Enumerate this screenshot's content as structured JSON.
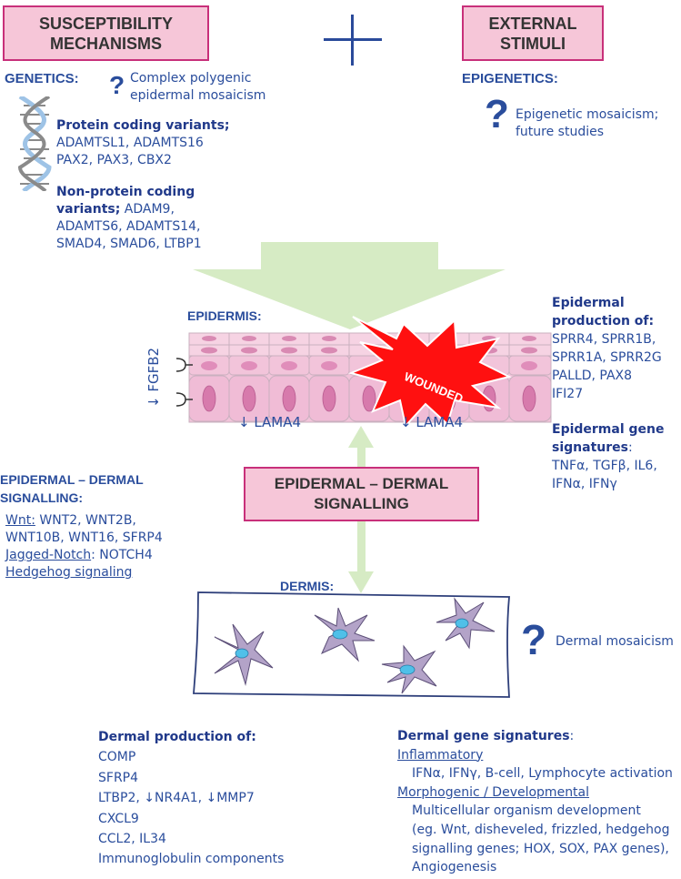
{
  "boxes": {
    "susceptibility": [
      "SUSCEPTIBILITY",
      "MECHANISMS"
    ],
    "external": [
      "EXTERNAL",
      "STIMULI"
    ],
    "signalling": [
      "EPIDERMAL – DERMAL",
      "SIGNALLING"
    ]
  },
  "plus_sign": "+",
  "genetics": {
    "heading": "GENETICS:",
    "question": "?",
    "mosaic": [
      "Complex polygenic",
      "epidermal mosaicism"
    ],
    "protein_heading": "Protein coding variants;",
    "protein_genes": [
      "ADAMTSL1, ADAMTS16",
      "PAX2, PAX3, CBX2"
    ],
    "nonprotein_heading_1": "Non-protein coding",
    "nonprotein_heading_2": "variants;",
    "nonprotein_first": " ADAM9,",
    "nonprotein_genes": [
      "ADAMTS6, ADAMTS14,",
      "SMAD4, SMAD6, LTBP1"
    ]
  },
  "epigenetics": {
    "heading": "EPIGENETICS:",
    "question": "?",
    "text": [
      "Epigenetic mosaicism;",
      "future studies"
    ]
  },
  "epidermis": {
    "label": "EPIDERMIS:",
    "fgfb2": "↓ FGFB2",
    "lama4_left": "↓ LAMA4",
    "lama4_right": "↓ LAMA4",
    "wounded": "WOUNDED"
  },
  "epidermal_production": {
    "heading": [
      "Epidermal",
      "production of:"
    ],
    "items": [
      "SPRR4, SPRR1B,",
      "SPRR1A, SPRR2G",
      "PALLD, PAX8",
      "IFI27"
    ],
    "sig_heading_1": "Epidermal gene",
    "sig_heading_2": "signatures",
    "sig_colon": ":",
    "sig_items": [
      "TNFα, TGFβ, IL6,",
      "IFNα, IFNγ"
    ]
  },
  "signalling_left": {
    "heading": [
      "EPIDERMAL – DERMAL",
      "SIGNALLING:"
    ],
    "wnt_label": "Wnt:",
    "wnt_genes_1": " WNT2, WNT2B,",
    "wnt_genes_2": "WNT10B, WNT16, SFRP4",
    "notch_label": "Jagged-Notch",
    "notch_gene": ": NOTCH4",
    "hedgehog": "Hedgehog signaling"
  },
  "dermis": {
    "label": "DERMIS:",
    "question": "?",
    "mosaicism": "Dermal mosaicism"
  },
  "dermal_production": {
    "heading": "Dermal production of:",
    "items": [
      "COMP",
      "SFRP4",
      "LTBP2, ↓NR4A1, ↓MMP7",
      "CXCL9",
      "CCL2, IL34",
      "Immunoglobulin components"
    ]
  },
  "dermal_signatures": {
    "heading": "Dermal gene signatures",
    "colon": ":",
    "inflammatory": "Inflammatory",
    "inflammatory_items": "IFNα, IFNγ, B-cell, Lymphocyte activation",
    "morpho": "Morphogenic / Developmental",
    "morpho_items": [
      "Multicellular organism development",
      "(eg. Wnt, disheveled, frizzled, hedgehog",
      "signalling genes; HOX, SOX, PAX genes),",
      "Angiogenesis"
    ]
  },
  "colors": {
    "box_fill": "#f6c6d8",
    "box_border": "#c8307a",
    "text_blue": "#2a4d9c",
    "arrow_green": "#d6ebc4",
    "skin_pink": "#f2c4da",
    "wound_red": "#ff1010",
    "fibroblast": "#b3a3c8"
  }
}
